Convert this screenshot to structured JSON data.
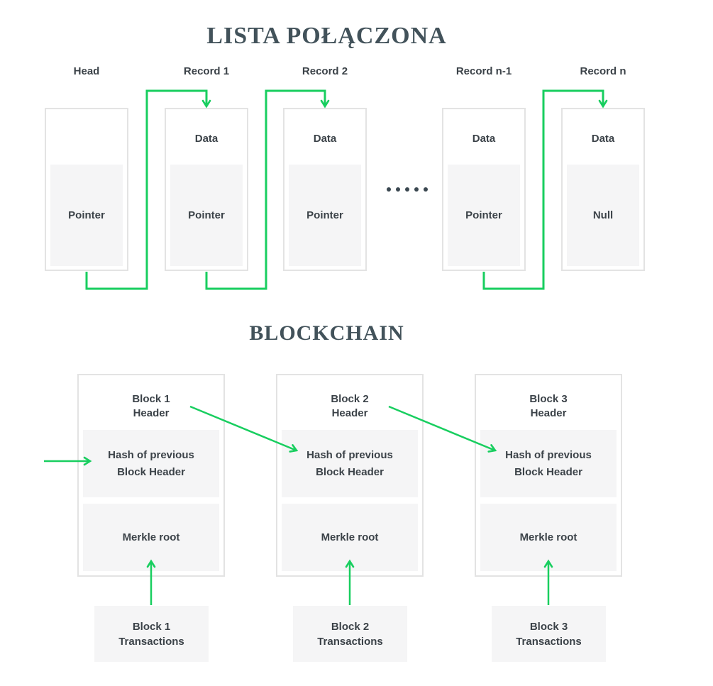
{
  "colors": {
    "accent_green": "#18ce5f",
    "title_text": "#42525a",
    "body_text": "#3b4248",
    "box_border": "#e3e3e3",
    "box_fill": "#ffffff",
    "inner_box_fill": "#f5f5f6",
    "dot_color": "#3a4750",
    "background": "#ffffff"
  },
  "linked_list": {
    "title": "LISTA POŁĄCZONA",
    "ellipsis_dots": 5,
    "nodes": [
      {
        "label": "Head",
        "data": "",
        "pointer": "Pointer"
      },
      {
        "label": "Record 1",
        "data": "Data",
        "pointer": "Pointer"
      },
      {
        "label": "Record 2",
        "data": "Data",
        "pointer": "Pointer"
      },
      {
        "label": "Record n-1",
        "data": "Data",
        "pointer": "Pointer"
      },
      {
        "label": "Record n",
        "data": "Data",
        "pointer": "Null"
      }
    ]
  },
  "blockchain": {
    "title": "BLOCKCHAIN",
    "blocks": [
      {
        "header_line1": "Block 1",
        "header_line2": "Header",
        "hash_line1": "Hash of previous",
        "hash_line2": "Block Header",
        "merkle_label": "Merkle root",
        "tx_line1": "Block 1",
        "tx_line2": "Transactions"
      },
      {
        "header_line1": "Block 2",
        "header_line2": "Header",
        "hash_line1": "Hash of previous",
        "hash_line2": "Block Header",
        "merkle_label": "Merkle root",
        "tx_line1": "Block 2",
        "tx_line2": "Transactions"
      },
      {
        "header_line1": "Block 3",
        "header_line2": "Header",
        "hash_line1": "Hash of previous",
        "hash_line2": "Block Header",
        "merkle_label": "Merkle root",
        "tx_line1": "Block 3",
        "tx_line2": "Transactions"
      }
    ]
  }
}
